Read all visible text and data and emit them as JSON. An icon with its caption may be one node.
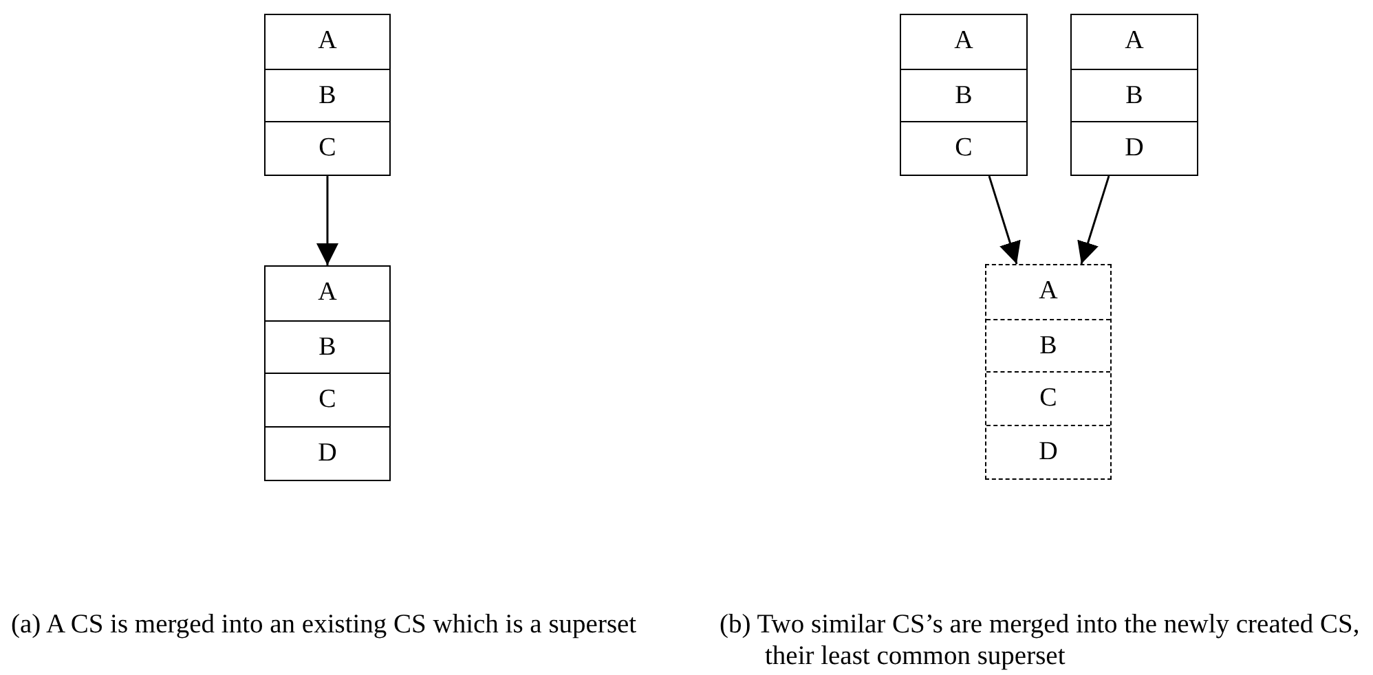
{
  "diagram": {
    "nodes": [
      {
        "text": [
          "A",
          "B",
          "C"
        ]
      },
      {
        "text": [
          "A",
          "B",
          "C",
          "D"
        ]
      },
      {
        "text": [
          "A",
          "B",
          "C"
        ]
      },
      {
        "text": [
          "A",
          "B",
          "D"
        ]
      },
      {
        "text": [
          "A",
          "B",
          "C",
          "D"
        ]
      }
    ],
    "edges": [
      {
        "from": 0,
        "to": 1,
        "arrow": "to"
      },
      {
        "from": 2,
        "to": 4,
        "arrow": "to"
      },
      {
        "from": 3,
        "to": 4,
        "arrow": "to"
      }
    ],
    "labels": [
      "(a) A CS is merged into an existing CS which is a superset",
      "(b) Two similar CS’s are merged into the newly created CS, their least common superset"
    ]
  }
}
